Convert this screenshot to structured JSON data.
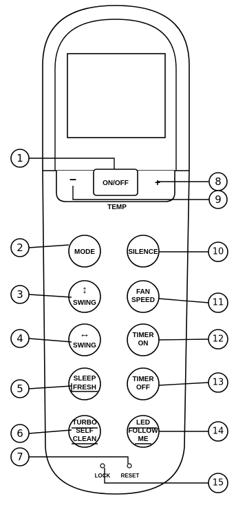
{
  "buttons": {
    "onoff": "ON/OFF",
    "temp": "TEMP",
    "mode": "MODE",
    "silence": "SILENCE",
    "swing_v": "SWING",
    "fan_speed_line1": "FAN",
    "fan_speed_line2": "SPEED",
    "swing_h": "SWING",
    "timer_on_line1": "TIMER",
    "timer_on_line2": "ON",
    "sleep_line1": "SLEEP",
    "sleep_line2": "FRESH",
    "timer_off_line1": "TIMER",
    "timer_off_line2": "OFF",
    "turbo_line1": "TURBO",
    "turbo_line2": "SELF",
    "turbo_line3": "CLEAN",
    "led_line1": "LED",
    "led_line2": "FOLLOW",
    "led_line3": "ME",
    "lock": "LOCK",
    "reset": "RESET"
  },
  "symbols": {
    "temp_minus": "–",
    "temp_plus": "+",
    "swing_vertical_icon": "↕",
    "swing_horizontal_icon": "↔"
  },
  "callouts": [
    "1",
    "2",
    "3",
    "4",
    "5",
    "6",
    "7",
    "8",
    "9",
    "10",
    "11",
    "12",
    "13",
    "14",
    "15"
  ]
}
